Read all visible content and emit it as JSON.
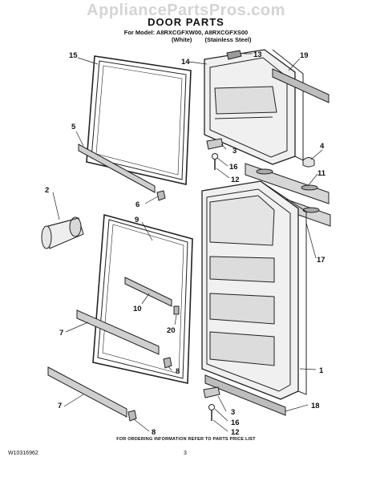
{
  "watermark": "AppliancePartsPros.com",
  "title": "DOOR PARTS",
  "model_line": "For Model: A8RXCGFXW00, A8RXCGFXS00",
  "variants": [
    "(White)",
    "(Stainless Steel)"
  ],
  "callouts": [
    "15",
    "14",
    "13",
    "19",
    "5",
    "3",
    "16",
    "12",
    "4",
    "11",
    "2",
    "6",
    "9",
    "17",
    "10",
    "20",
    "7",
    "8",
    "1",
    "18"
  ],
  "footer_note": "FOR ORDERING INFORMATION REFER TO PARTS PRICE LIST",
  "doc_number": "W10316962",
  "page_number": "3"
}
